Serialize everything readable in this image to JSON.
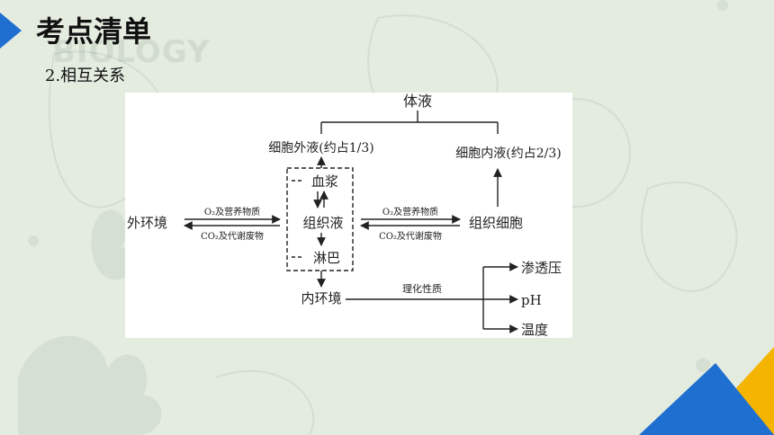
{
  "slide": {
    "title": "考点清单",
    "watermark": "BIOLOGY",
    "subtitle": "2.相互关系"
  },
  "diagram": {
    "top": "体液",
    "extracellular": "细胞外液(约占1/3)",
    "intracellular": "细胞内液(约占2/3)",
    "plasma": "血浆",
    "tissue_fluid": "组织液",
    "lymph": "淋巴",
    "external_env": "外环境",
    "internal_env": "内环境",
    "cells": "组织细胞",
    "o2_in": "O₂及营养物质",
    "co2_out": "CO₂及代谢废物",
    "o2_in_2": "O₂及营养物质",
    "co2_out_2": "CO₂及代谢废物",
    "physchem": "理化性质",
    "osmotic": "渗透压",
    "ph": "pH",
    "temperature": "温度"
  },
  "colors": {
    "background": "#e4ece0",
    "accent_blue": "#1e6fd0",
    "accent_yellow": "#f5b400"
  }
}
